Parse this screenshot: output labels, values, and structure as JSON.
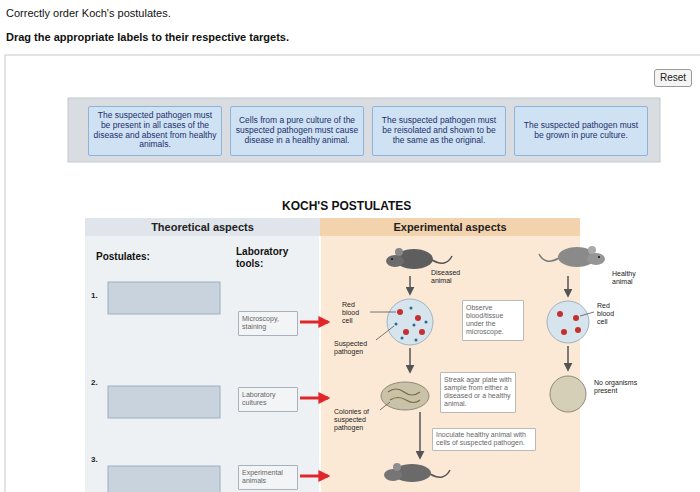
{
  "diagram": {
    "title": "Correctly order Koch's postulates.",
    "nodes": [
      {
        "text": [
          "Reset"
        ]
      },
      {
        "text": [
          "The suspected pathogen must be present in all cases of the disease and absent from healthy animals."
        ]
      },
      {
        "text": [
          "Cells from a pure culture of the suspected pathogen must cause disease in a healthy animal."
        ]
      },
      {
        "text": [
          "The suspected pathogen must be reisolated and shown to be the same as the original."
        ]
      },
      {
        "text": [
          "The suspected pathogen must be grown in pure culture."
        ]
      },
      {
        "text": [
          "Theoretical aspects"
        ]
      },
      {
        "text": [
          "Experimental aspects"
        ]
      },
      {
        "text": [
          "Microscopy, staining"
        ]
      },
      {
        "text": [
          "Observe blood/tissue under the microscope."
        ]
      },
      {
        "text": [
          "Laboratory cultures"
        ]
      },
      {
        "text": [
          "Streak agar plate with sample from either a diseased or a healthy animal."
        ]
      },
      {
        "text": [
          "Inoculate healthy animal with cells of suspected pathogen."
        ]
      },
      {
        "text": [
          "Experimental animals"
        ]
      }
    ],
    "labels": [
      "Drag the appropriate labels to their respective targets.",
      "KOCH'S POSTULATES",
      "Postulates:",
      "Laboratory tools:",
      "1.",
      "2.",
      "3.",
      "Diseased animal",
      "Healthy animal",
      "Red blood cell",
      "Suspected pathogen",
      "Red blood cell",
      "No organisms present",
      "Colonies of suspected pathogen"
    ]
  }
}
